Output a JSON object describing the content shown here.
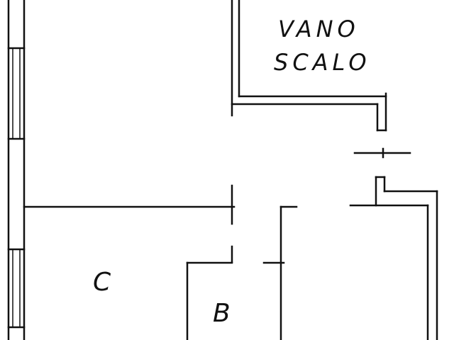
{
  "labels": {
    "vano": "VANO",
    "scalo": "SCALO",
    "room_c": "C",
    "room_b": "B"
  },
  "colors": {
    "ink": "#111111",
    "paper": "#ffffff"
  },
  "icons": {
    "entrance": "arrow-left-icon"
  }
}
